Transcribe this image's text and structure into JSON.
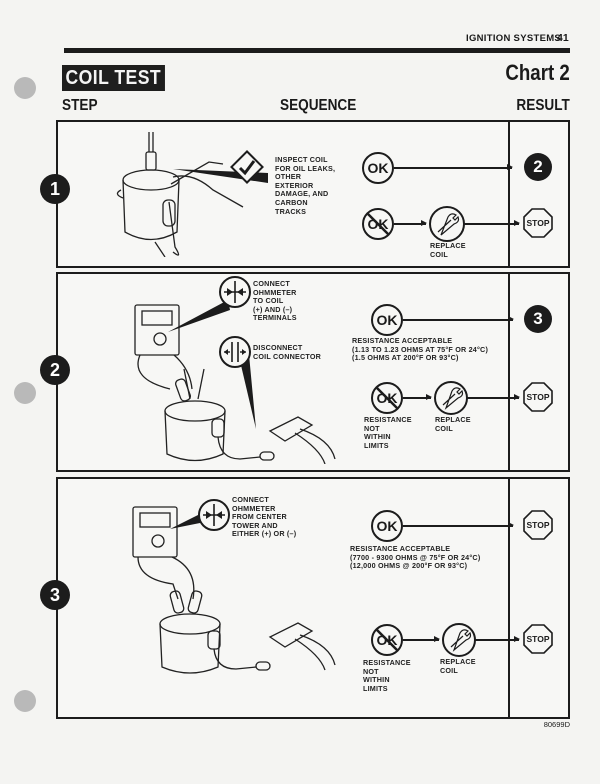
{
  "header": {
    "running_head": "IGNITION SYSTEMS",
    "page_number": "41",
    "title": "COIL TEST",
    "chart_label": "Chart 2"
  },
  "columns": {
    "step": "STEP",
    "sequence": "SEQUENCE",
    "result": "RESULT"
  },
  "steps": [
    {
      "number": "1",
      "instruction_icon": "checkmark-diamond-icon",
      "instruction": [
        "INSPECT COIL",
        "FOR OIL LEAKS,",
        "OTHER",
        "EXTERIOR",
        "DAMAGE, AND",
        "CARBON",
        "TRACKS"
      ],
      "ok": {
        "symbol": "OK",
        "caption": [],
        "result": "2"
      },
      "not_ok": {
        "symbol": "OK",
        "caption": [],
        "action_caption": [
          "REPLACE",
          "COIL"
        ],
        "result": "STOP"
      }
    },
    {
      "number": "2",
      "instructions": [
        {
          "icon": "connect-ohmmeter-icon",
          "text": [
            "CONNECT",
            "OHMMETER",
            "TO COIL",
            "(+) AND (–)",
            "TERMINALS"
          ]
        },
        {
          "icon": "disconnect-connector-icon",
          "text": [
            "DISCONNECT",
            "COIL CONNECTOR"
          ]
        }
      ],
      "ok": {
        "symbol": "OK",
        "caption": [
          "RESISTANCE ACCEPTABLE",
          "(1.13 TO 1.23 OHMS AT 75°F OR 24°C)",
          "(1.5 OHMS AT 200°F OR 93°C)"
        ],
        "result": "3"
      },
      "not_ok": {
        "symbol": "OK",
        "caption": [
          "RESISTANCE",
          "NOT",
          "WITHIN",
          "LIMITS"
        ],
        "action_caption": [
          "REPLACE",
          "COIL"
        ],
        "result": "STOP"
      }
    },
    {
      "number": "3",
      "instructions": [
        {
          "icon": "connect-ohmmeter-icon",
          "text": [
            "CONNECT",
            "OHMMETER",
            "FROM CENTER",
            "TOWER AND",
            "EITHER (+) OR (–)"
          ]
        }
      ],
      "ok": {
        "symbol": "OK",
        "caption": [
          "RESISTANCE ACCEPTABLE",
          "(7700 - 9300 OHMS @ 75°F OR 24°C)",
          "(12,000 OHMS @ 200°F OR 93°C)"
        ],
        "result": "STOP"
      },
      "not_ok": {
        "symbol": "OK",
        "caption": [
          "RESISTANCE",
          "NOT",
          "WITHIN",
          "LIMITS"
        ],
        "action_caption": [
          "REPLACE",
          "COIL"
        ],
        "result": "STOP"
      }
    }
  ],
  "footer": {
    "figure_code": "80699D"
  }
}
